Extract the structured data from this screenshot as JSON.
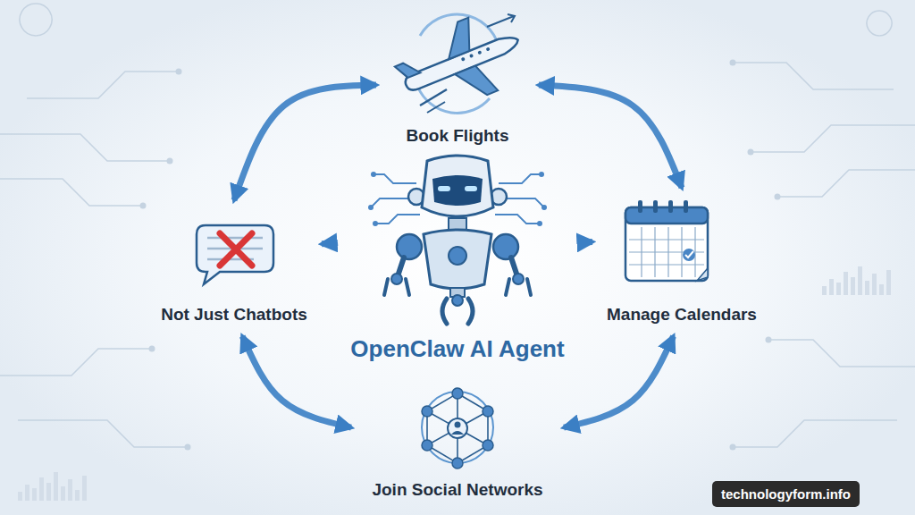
{
  "diagram": {
    "nodes": [
      {
        "text": [
          "Book Flights"
        ]
      },
      {
        "text": [
          "Not Just Chatbots"
        ]
      },
      {
        "text": [
          "Manage Calendars"
        ]
      },
      {
        "text": [
          "OpenClaw AI Agent"
        ]
      },
      {
        "text": [
          "Join Social Networks"
        ]
      }
    ],
    "edges": [
      {
        "from": 0,
        "to": 1,
        "arrow": "both"
      },
      {
        "from": 0,
        "to": 2,
        "arrow": "both"
      },
      {
        "from": 2,
        "to": 4,
        "arrow": "both"
      },
      {
        "from": 4,
        "to": 1,
        "arrow": "both"
      },
      {
        "from": 3,
        "to": 1,
        "arrow": "to"
      },
      {
        "from": 3,
        "to": 2,
        "arrow": "to"
      }
    ],
    "labels": [
      "technologyform.info"
    ]
  }
}
